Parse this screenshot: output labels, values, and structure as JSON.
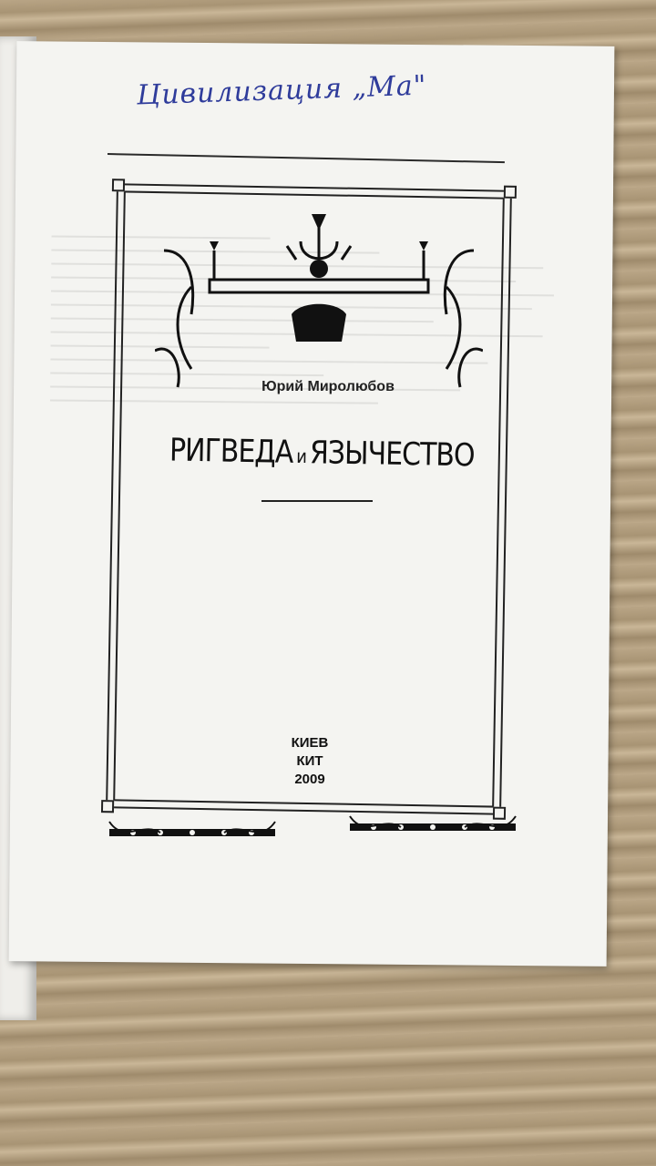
{
  "handwriting": "Цивилизация „Ма\"",
  "author": "Юрий Миролюбов",
  "title_part1": "РИГВЕДА",
  "title_conj": "и",
  "title_part2": "ЯЗЫЧЕСТВО",
  "imprint": {
    "city": "КИЕВ",
    "publisher": "КИТ",
    "year": "2009"
  },
  "colors": {
    "ink": "#222222",
    "handwriting": "#2f3c9b",
    "paper": "#f4f4f1",
    "cardboard": "#b9a586"
  }
}
